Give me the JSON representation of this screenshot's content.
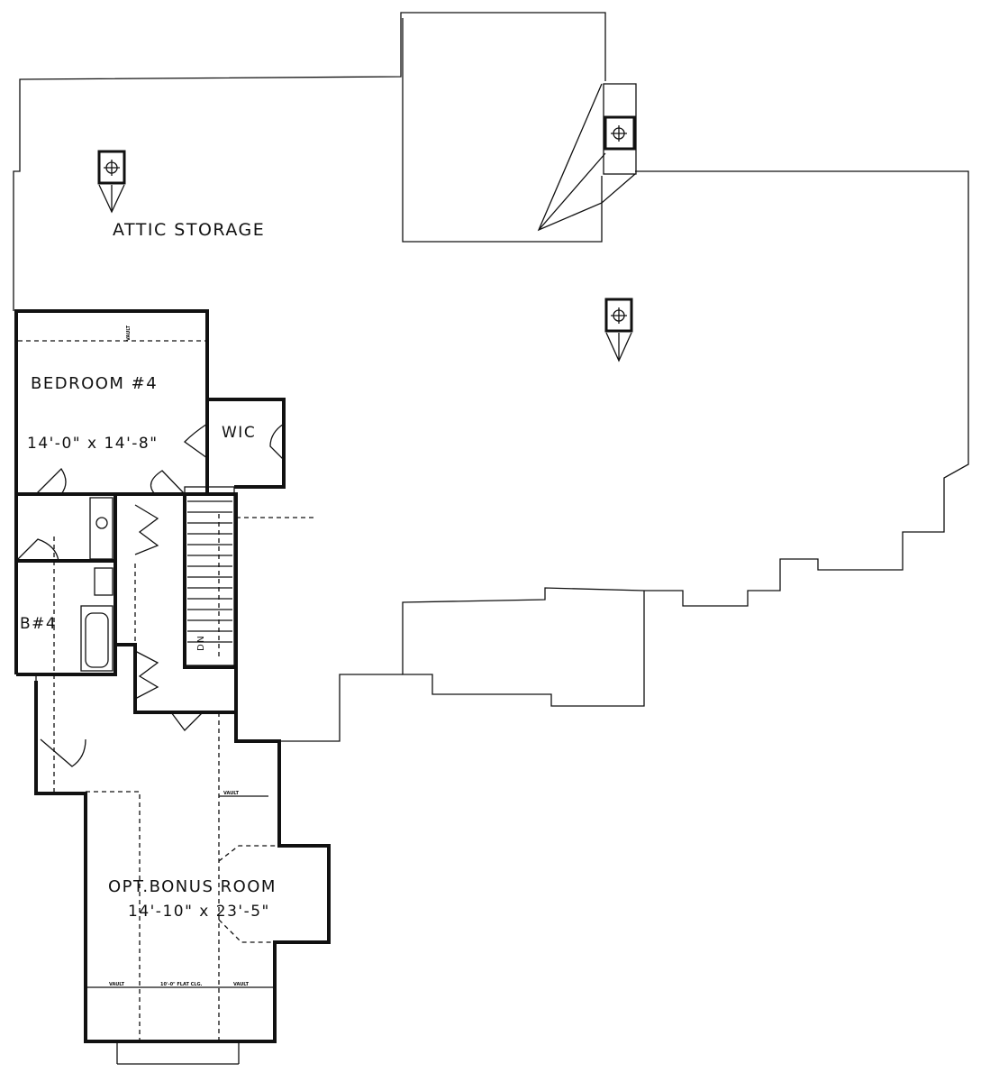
{
  "rooms": {
    "attic": {
      "name": "ATTIC STORAGE"
    },
    "bedroom4": {
      "name": "BEDROOM #4",
      "size": "14'-0\" x 14'-8\""
    },
    "wic": {
      "name": "WIC"
    },
    "bath4": {
      "name": "B#4"
    },
    "stairs": {
      "label": "DN"
    },
    "bonus": {
      "name": "OPT.BONUS ROOM",
      "size": "14'-10\" x 23'-5\""
    }
  },
  "ceiling_notes": {
    "vault": "VAULT",
    "flat": "10'-0\" FLAT CLG."
  },
  "colors": {
    "line": "#111111",
    "background": "#ffffff"
  }
}
